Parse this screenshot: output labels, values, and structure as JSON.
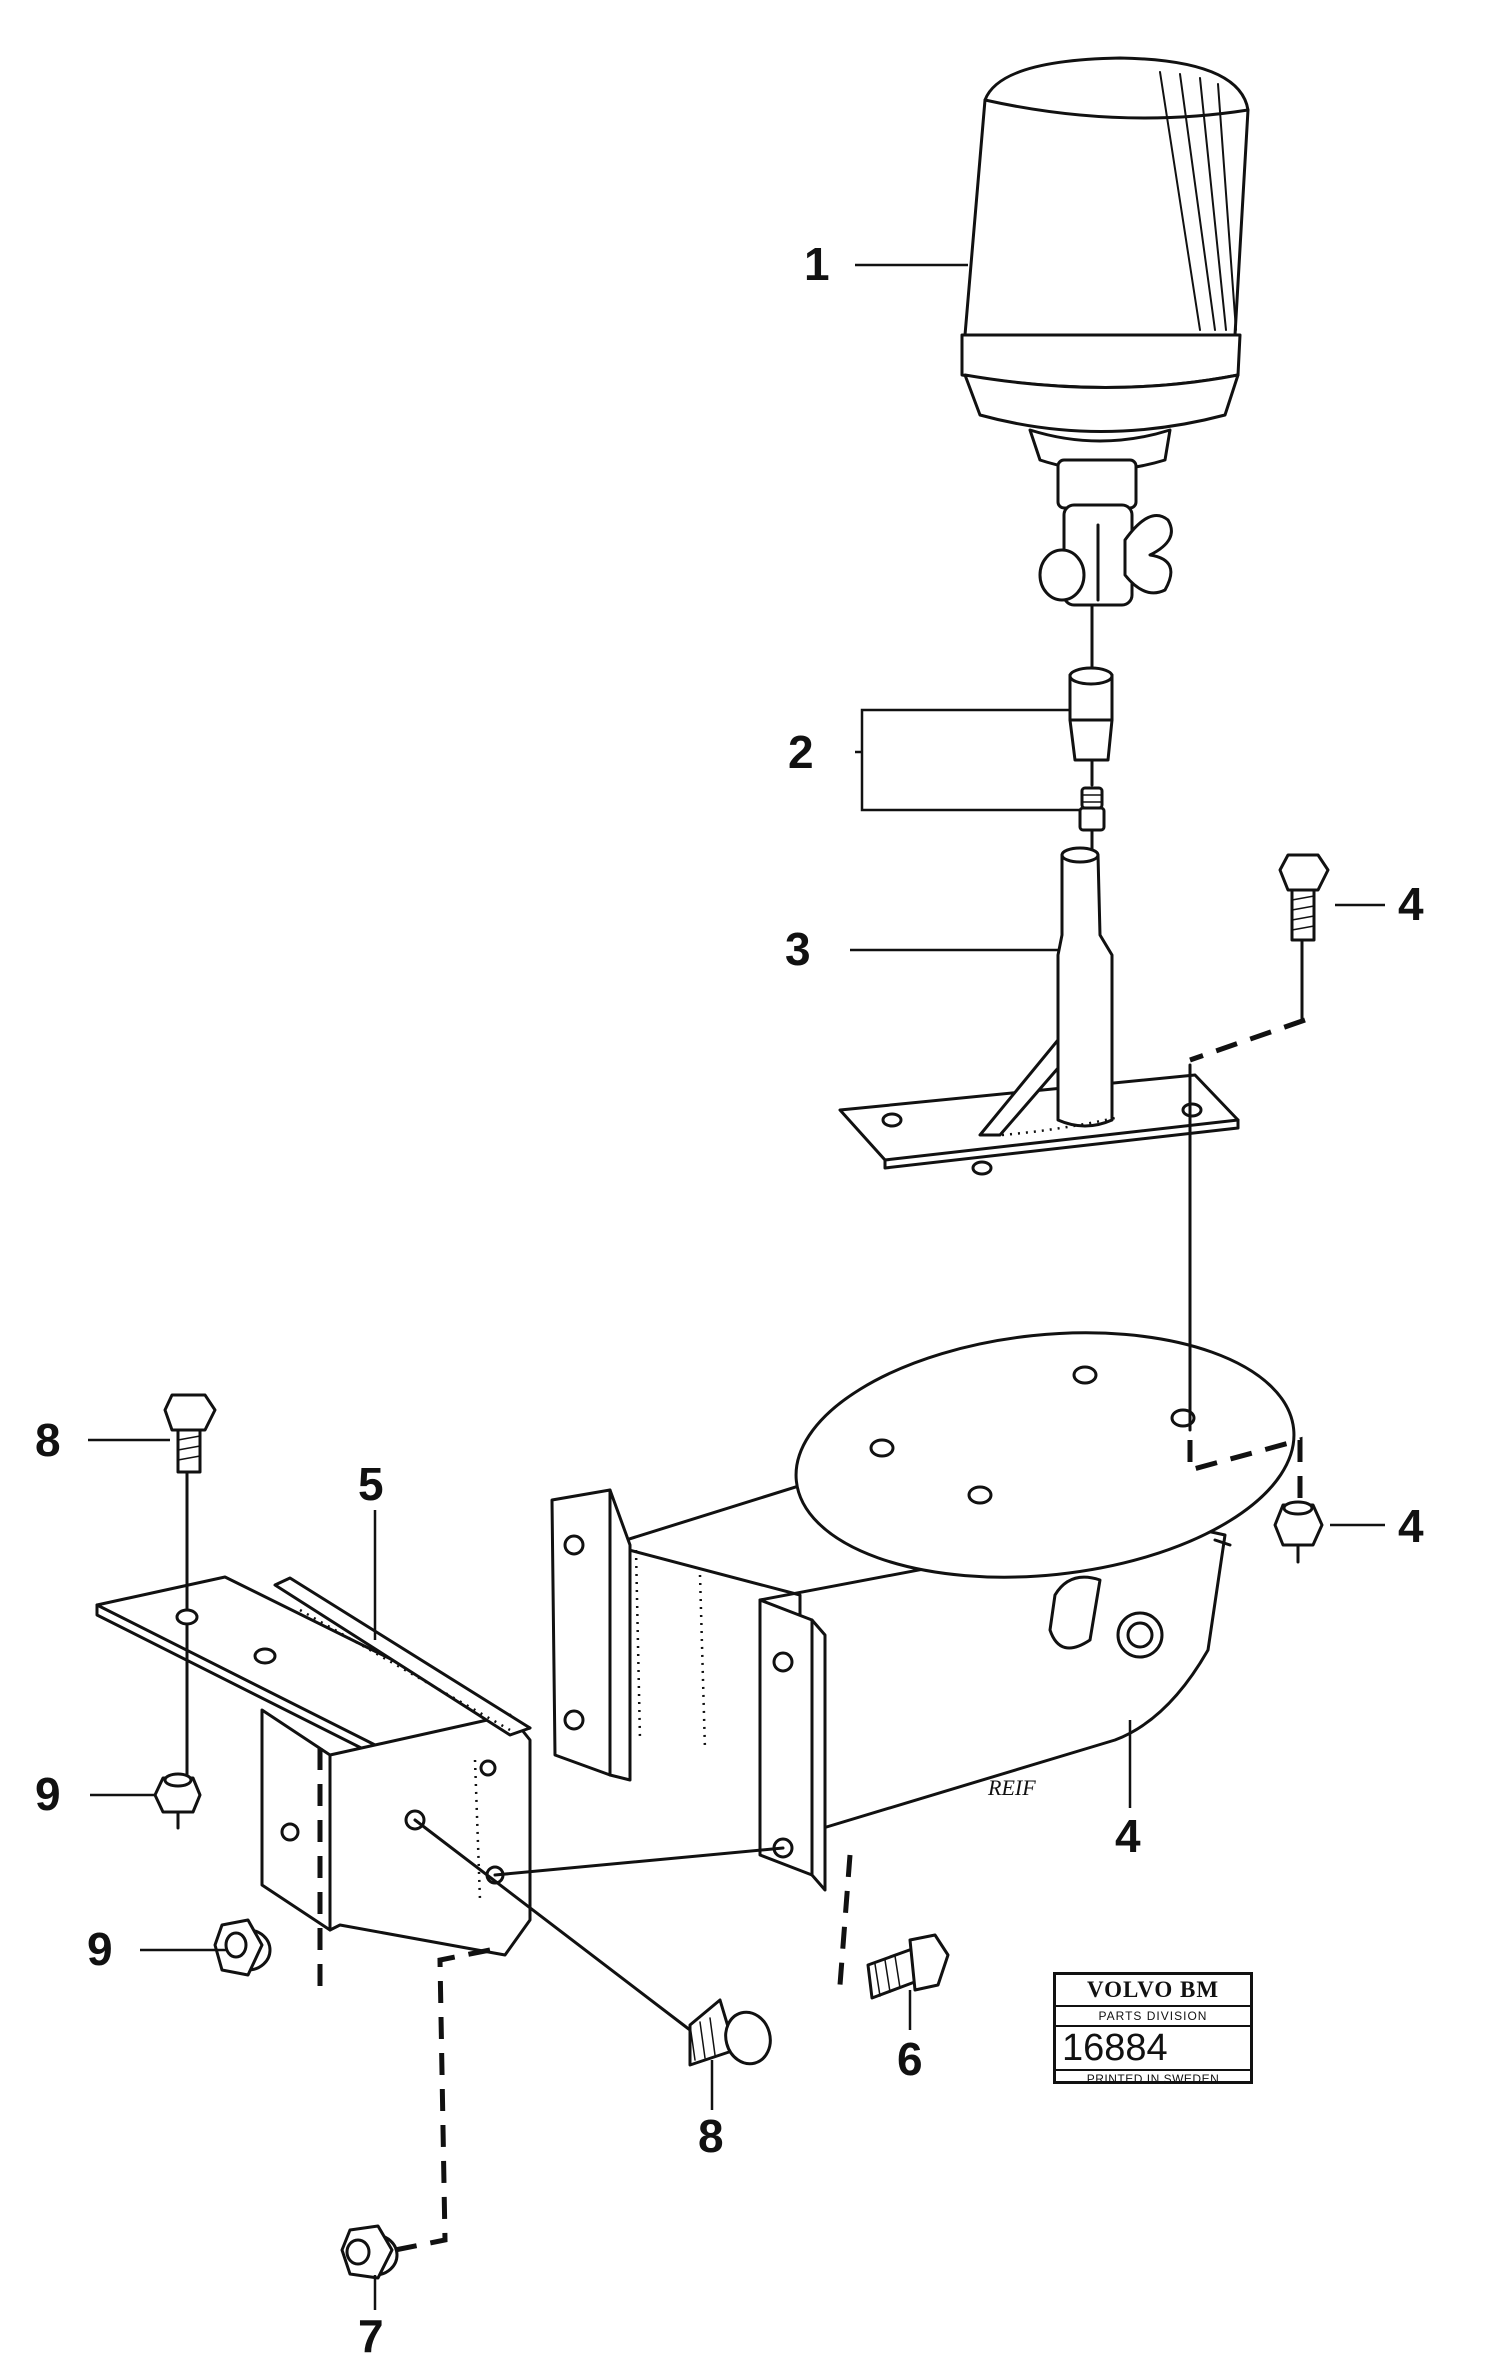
{
  "callouts": {
    "c1": "1",
    "c2": "2",
    "c3": "3",
    "c4_bolt": "4",
    "c4_nut": "4",
    "c4_bracket": "4",
    "c5": "5",
    "c6": "6",
    "c7": "7",
    "c8_top": "8",
    "c8_bottom": "8",
    "c9_top": "9",
    "c9_bottom": "9"
  },
  "stamp": {
    "brand": "VOLVO BM",
    "division": "PARTS DIVISION",
    "number": "16884",
    "printed": "PRINTED IN SWEDEN"
  },
  "drawing_mark": "REIF",
  "colors": {
    "ink": "#111111",
    "paper": "#ffffff"
  }
}
